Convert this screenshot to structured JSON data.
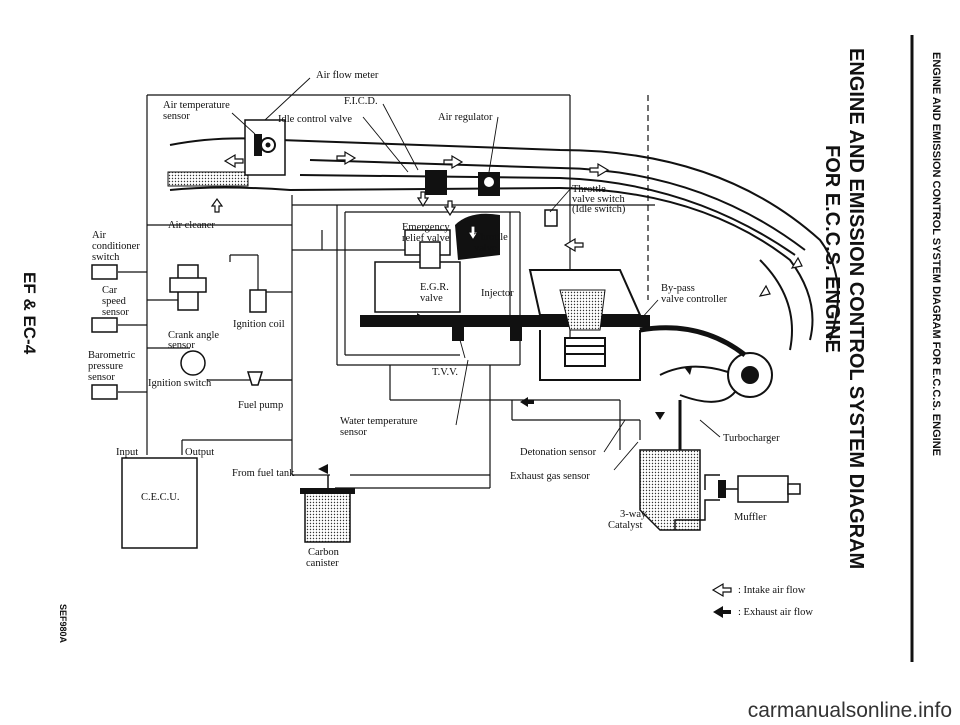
{
  "header": {
    "title_main": "ENGINE AND EMISSION CONTROL SYSTEM DIAGRAM",
    "title_sub": "FOR E.C.C.S. ENGINE",
    "running_head": "ENGINE AND EMISSION CONTROL SYSTEM DIAGRAM FOR E.C.C.S. ENGINE",
    "page_number": "EF & EC-4",
    "figure_code": "SEF980A"
  },
  "labels": {
    "air_flow_meter": "Air flow meter",
    "air_temperature_sensor_1": "Air temperature",
    "air_temperature_sensor_2": "sensor",
    "ficd": "F.I.C.D.",
    "idle_control_valve": "Idle control valve",
    "air_regulator": "Air regulator",
    "throttle_valve_switch_1": "Throttle",
    "throttle_valve_switch_2": "valve switch",
    "throttle_valve_switch_3": "(Idle switch)",
    "air_cleaner": "Air cleaner",
    "air_conditioner_switch_1": "Air",
    "air_conditioner_switch_2": "conditioner",
    "air_conditioner_switch_3": "switch",
    "car_speed_sensor_1": "Car",
    "car_speed_sensor_2": "speed",
    "car_speed_sensor_3": "sensor",
    "crank_angle_sensor_1": "Crank angle",
    "crank_angle_sensor_2": "sensor",
    "ignition_coil": "Ignition coil",
    "barometric_pressure_sensor_1": "Barometric",
    "barometric_pressure_sensor_2": "pressure",
    "barometric_pressure_sensor_3": "sensor",
    "ignition_switch": "Ignition switch",
    "fuel_pump": "Fuel pump",
    "emergency_relief_valve_1": "Emergency",
    "emergency_relief_valve_2": "relief valve",
    "throttle_valve_1": "Throttle",
    "throttle_valve_2": "valve",
    "egr_valve_1": "E.G.R.",
    "egr_valve_2": "valve",
    "injector": "Injector",
    "bypass_valve_controller_1": "By-pass",
    "bypass_valve_controller_2": "valve controller",
    "tvv": "T.V.V.",
    "water_temperature_sensor_1": "Water temperature",
    "water_temperature_sensor_2": "sensor",
    "input": "Input",
    "output": "Output",
    "from_fuel_tank": "From fuel tank",
    "ecu": "C.E.C.U.",
    "detonation_sensor": "Detonation sensor",
    "exhaust_gas_sensor": "Exhaust gas sensor",
    "turbocharger": "Turbocharger",
    "catalyst_1": "3-way",
    "catalyst_2": "Catalyst",
    "muffler": "Muffler",
    "carbon_canister_1": "Carbon",
    "carbon_canister_2": "canister"
  },
  "legend": {
    "intake": ": Intake air flow",
    "exhaust": ": Exhaust air flow"
  },
  "watermark": "carmanualsonline.info"
}
